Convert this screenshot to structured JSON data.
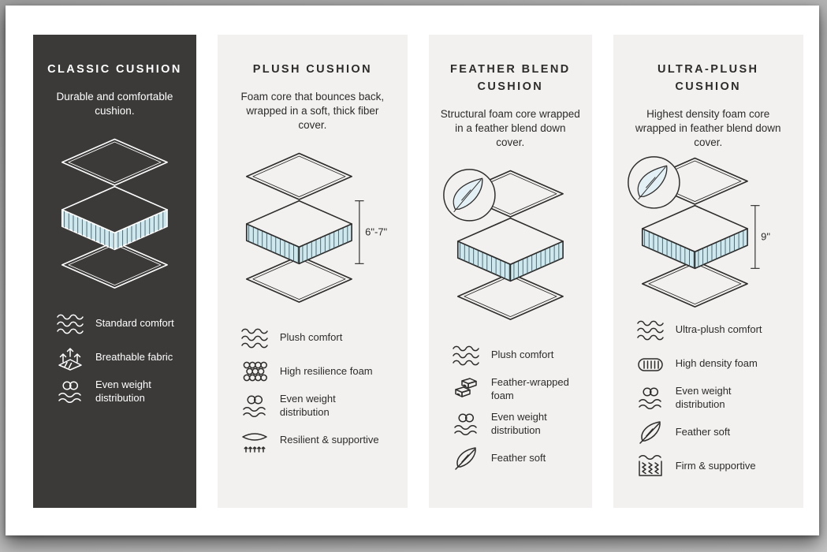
{
  "colors": {
    "dark_panel": "#3b3a39",
    "light_panel": "#f2f1ef",
    "foam_blue": "#cfe8ee",
    "hatch_blue": "#3f5d69",
    "text_dark": "#2d2c2b",
    "text_light": "#ffffff"
  },
  "columns": [
    {
      "id": "classic-cushion",
      "theme": "dark",
      "title": "CLASSIC CUSHION",
      "description": "Durable and comfortable cushion.",
      "feather_badge": false,
      "dimension": "",
      "features": [
        {
          "icon": "wave-icon",
          "label": "Standard comfort"
        },
        {
          "icon": "breathable-icon",
          "label": "Breathable fabric"
        },
        {
          "icon": "even-weight-icon",
          "label": "Even weight distribution"
        }
      ]
    },
    {
      "id": "plush-cushion",
      "theme": "light",
      "title": "PLUSH CUSHION",
      "description": "Foam core that bounces back, wrapped in a soft, thick fiber cover.",
      "feather_badge": false,
      "dimension": "6\"-7\"",
      "features": [
        {
          "icon": "wave-icon",
          "label": "Plush comfort"
        },
        {
          "icon": "foam-cells-icon",
          "label": "High resilience foam"
        },
        {
          "icon": "even-weight-icon",
          "label": "Even weight distribution"
        },
        {
          "icon": "spring-support-icon",
          "label": "Resilient & supportive"
        }
      ]
    },
    {
      "id": "feather-blend-cushion",
      "theme": "light",
      "title": "FEATHER BLEND CUSHION",
      "description": "Structural foam core wrapped in a feather blend down cover.",
      "feather_badge": true,
      "dimension": "",
      "features": [
        {
          "icon": "wave-icon",
          "label": "Plush comfort"
        },
        {
          "icon": "foam-bricks-icon",
          "label": "Feather-wrapped foam"
        },
        {
          "icon": "even-weight-icon",
          "label": "Even weight distribution"
        },
        {
          "icon": "feather-icon",
          "label": "Feather soft"
        }
      ]
    },
    {
      "id": "ultra-plush-cushion",
      "theme": "light",
      "title": "ULTRA-PLUSH CUSHION",
      "description": "Highest density foam core wrapped in feather blend down cover.",
      "feather_badge": true,
      "dimension": "9\"",
      "features": [
        {
          "icon": "wave-icon",
          "label": "Ultra-plush comfort"
        },
        {
          "icon": "foam-density-icon",
          "label": "High density foam"
        },
        {
          "icon": "even-weight-icon",
          "label": "Even weight distribution"
        },
        {
          "icon": "feather-icon",
          "label": "Feather soft"
        },
        {
          "icon": "coil-spring-icon",
          "label": "Firm & supportive"
        }
      ]
    }
  ]
}
